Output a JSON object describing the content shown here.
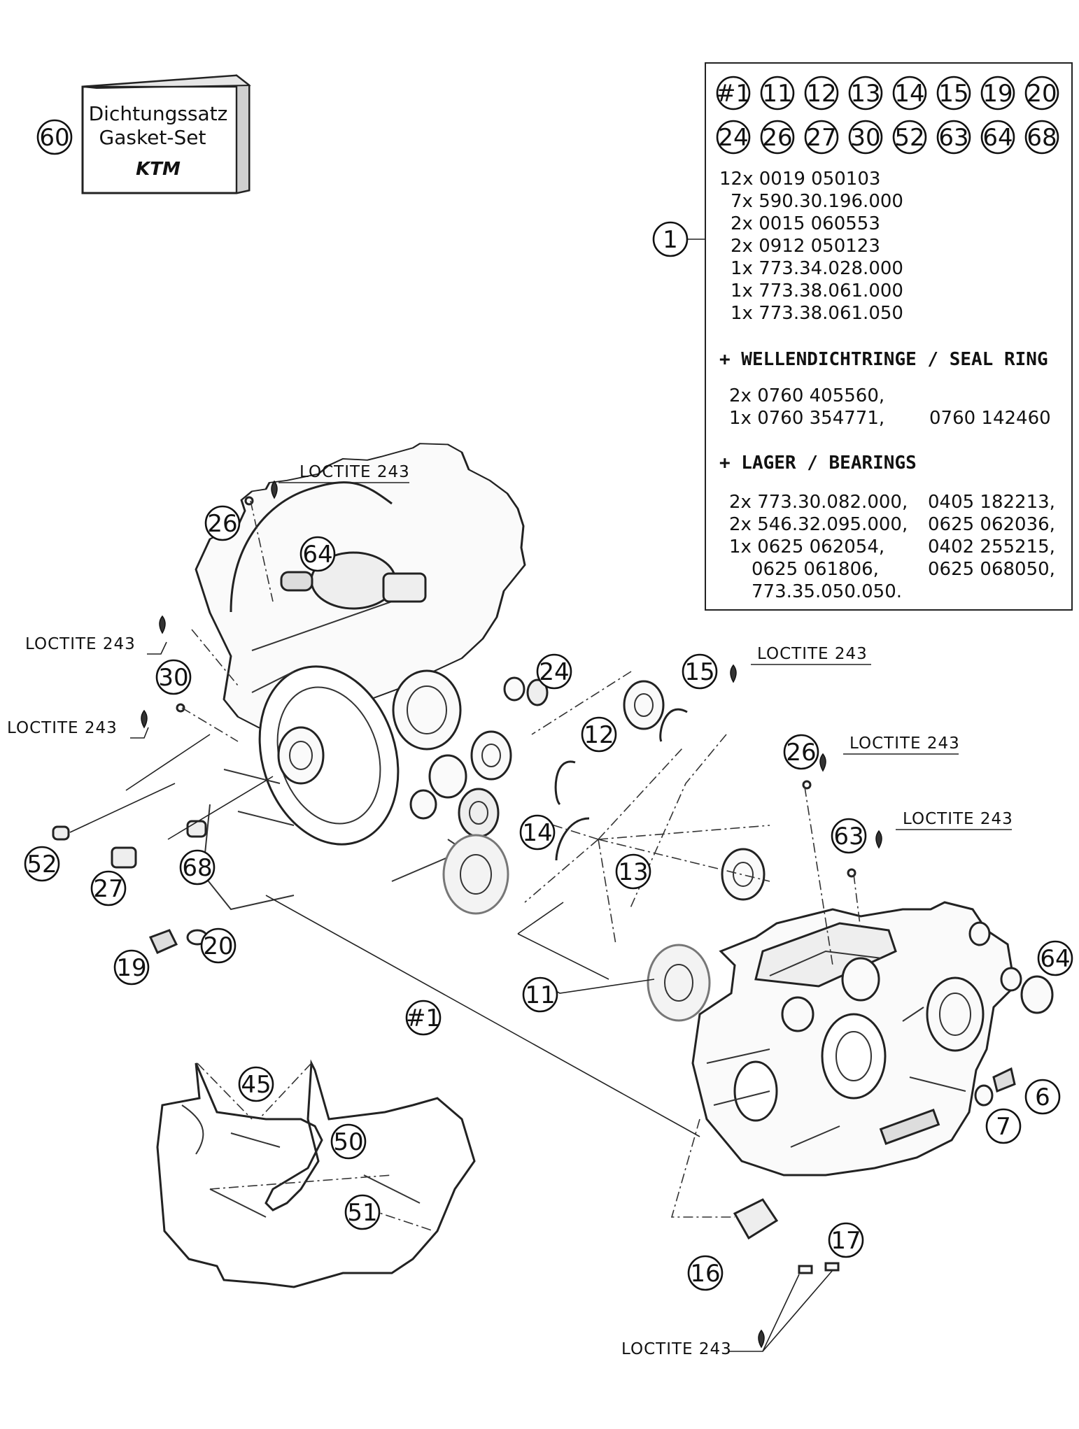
{
  "gasket_box": {
    "line1": "Dichtungssatz",
    "line2": "Gasket-Set",
    "logo": "KTM",
    "callout": "60"
  },
  "kit": {
    "callout": "1",
    "refs_row1": [
      "#1",
      "11",
      "12",
      "13",
      "14",
      "15",
      "19",
      "20"
    ],
    "refs_row2": [
      "24",
      "26",
      "27",
      "30",
      "52",
      "63",
      "64",
      "68"
    ],
    "parts": [
      "12x 0019 050103",
      "7x 590.30.196.000",
      "2x 0015 060553",
      "2x 0912 050123",
      "1x 773.34.028.000",
      "1x 773.38.061.000",
      "1x 773.38.061.050"
    ],
    "seal_heading": "+ WELLENDICHTRINGE /  SEAL RING",
    "seal_left": [
      "2x 0760 405560,",
      "1x 0760 354771,"
    ],
    "seal_right": [
      "0760 142460"
    ],
    "bearing_heading": "+ LAGER / BEARINGS",
    "bearing_left": [
      "2x 773.30.082.000,",
      "2x 546.32.095.000,",
      "1x 0625 062054,",
      "0625 061806,",
      "773.35.050.050."
    ],
    "bearing_right": [
      "0405 182213,",
      "0625 062036,",
      "0402 255215,",
      "0625 068050,"
    ]
  },
  "loctite": [
    "LOCTITE 243",
    "LOCTITE 243",
    "LOCTITE 243",
    "LOCTITE 243",
    "LOCTITE 243",
    "LOCTITE 243",
    "LOCTITE 243"
  ],
  "callouts": [
    "26",
    "64",
    "30",
    "24",
    "15",
    "12",
    "14",
    "13",
    "52",
    "27",
    "68",
    "20",
    "19",
    "11",
    "#1",
    "26",
    "63",
    "64",
    "6",
    "7",
    "45",
    "50",
    "51",
    "16",
    "17"
  ]
}
